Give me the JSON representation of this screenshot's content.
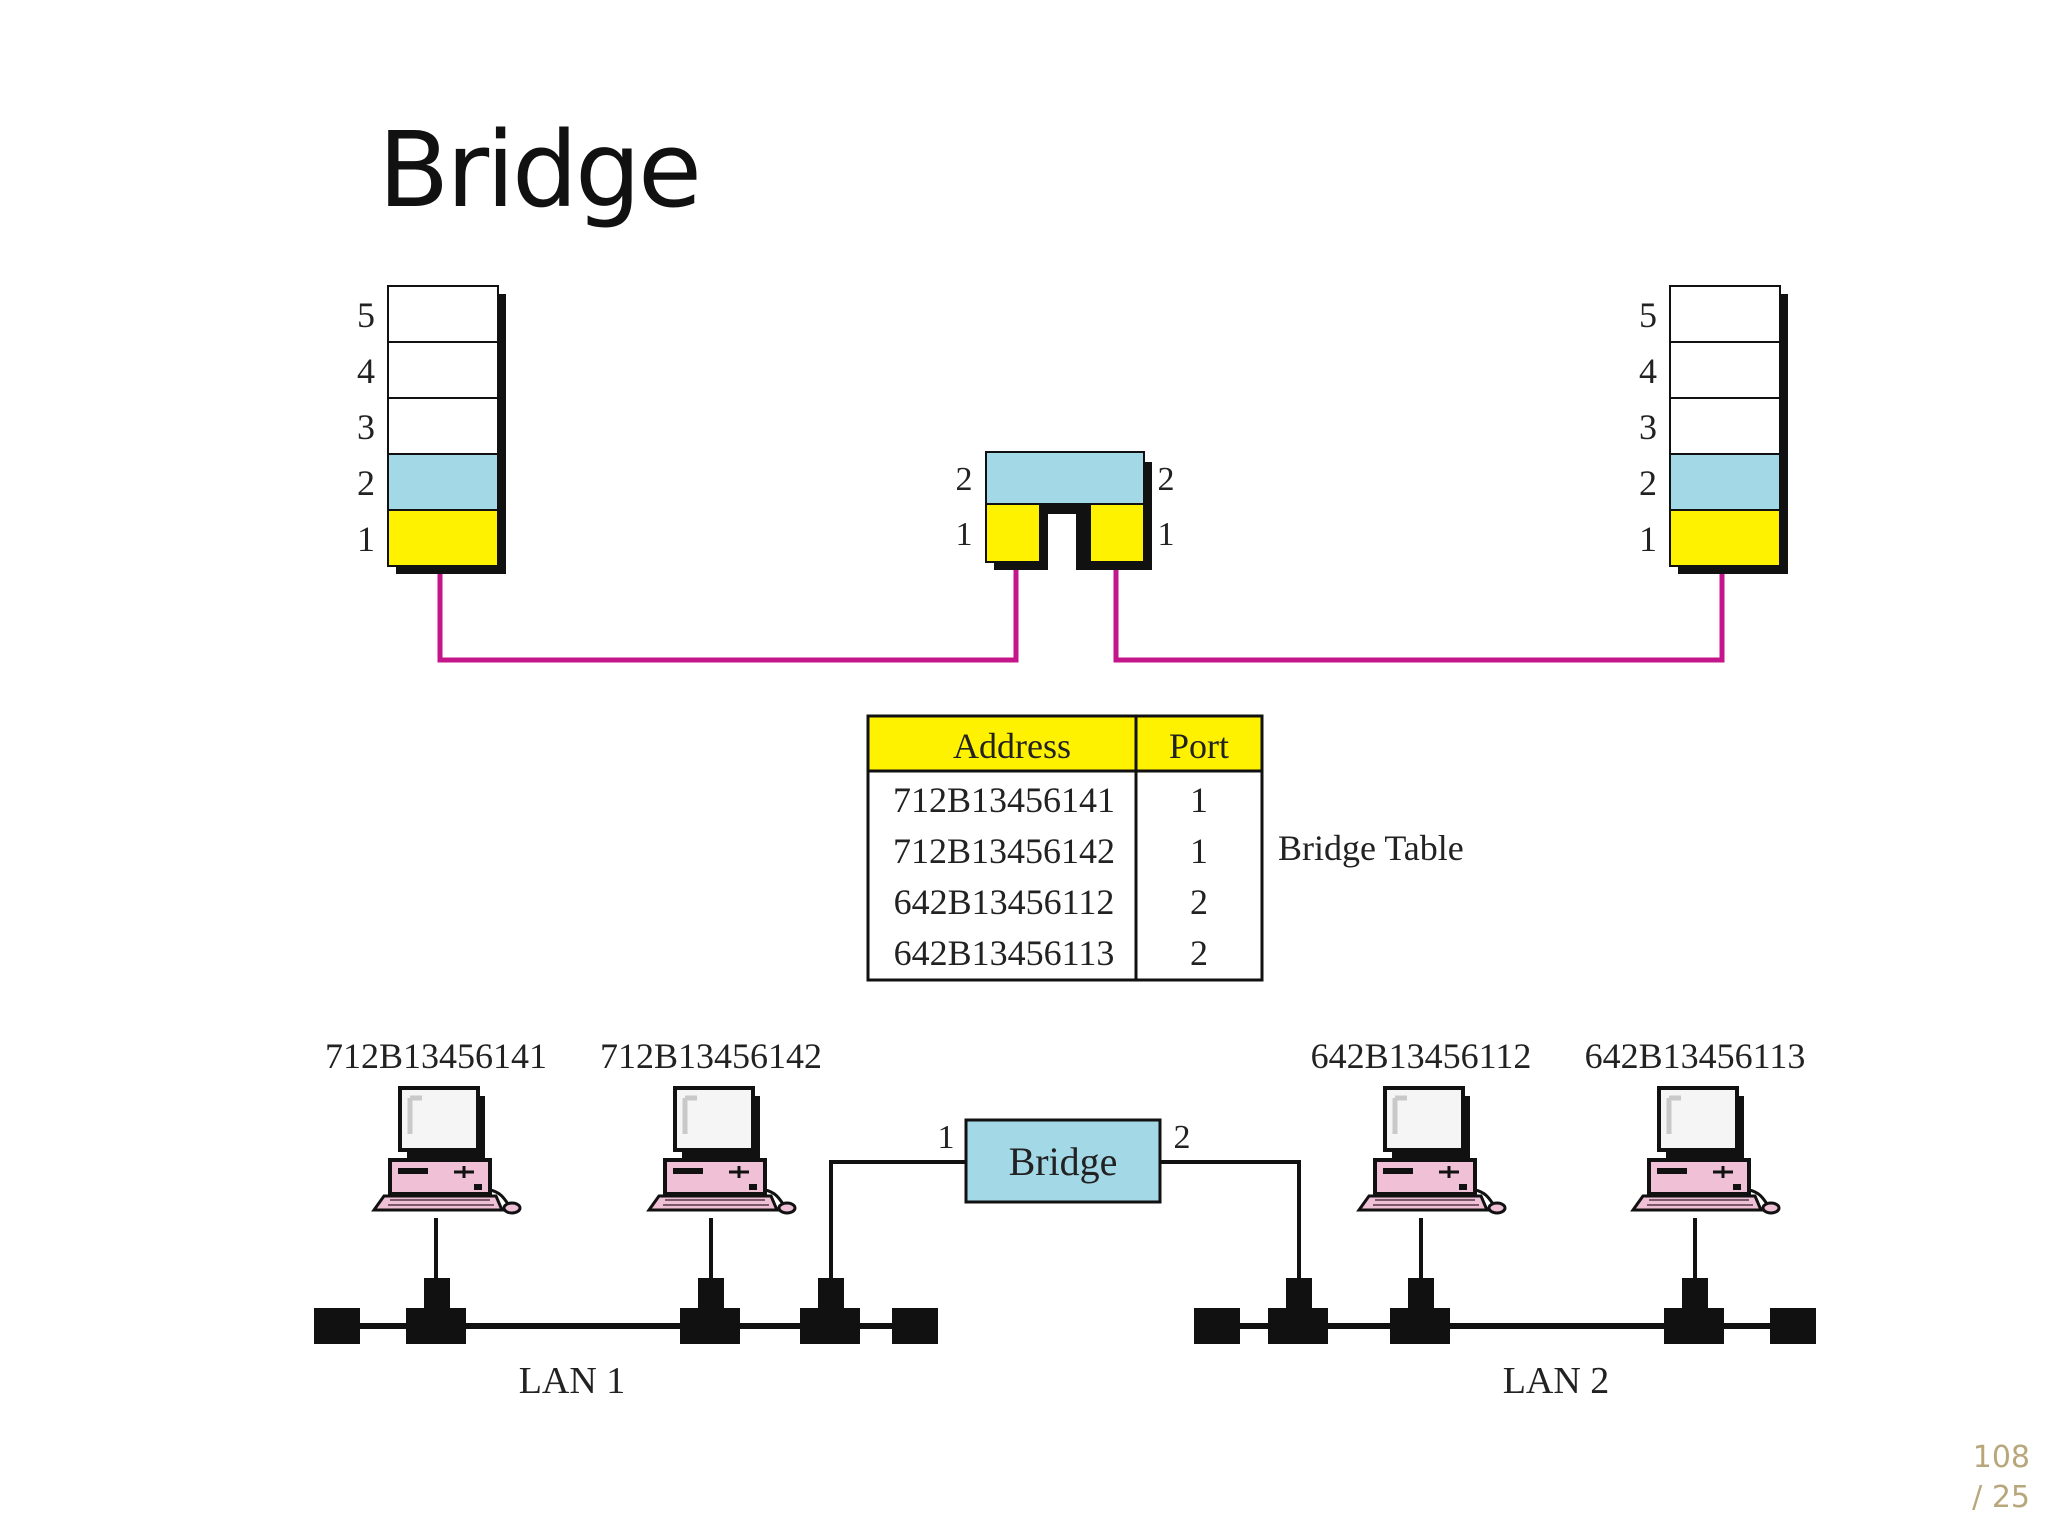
{
  "title": "Bridge",
  "page": {
    "current": "108",
    "total": "/ 25"
  },
  "colors": {
    "layer_data_link": "#a3d8e6",
    "layer_physical": "#fff200",
    "frame_path": "#c4168a",
    "table_header": "#fff200",
    "bridge_box": "#a3d8e6",
    "computer": "#f0c0d6"
  },
  "stacks": {
    "layers": [
      "5",
      "4",
      "3",
      "2",
      "1"
    ],
    "bridge_ports": {
      "left_top": "2",
      "left_bottom": "1",
      "right_top": "2",
      "right_bottom": "1"
    }
  },
  "bridge_table": {
    "caption": "Bridge Table",
    "headers": [
      "Address",
      "Port"
    ],
    "rows": [
      [
        "712B13456141",
        "1"
      ],
      [
        "712B13456142",
        "1"
      ],
      [
        "642B13456112",
        "2"
      ],
      [
        "642B13456113",
        "2"
      ]
    ]
  },
  "network": {
    "bridge_label": "Bridge",
    "port_left": "1",
    "port_right": "2",
    "lan1_label": "LAN 1",
    "lan2_label": "LAN 2",
    "stations": [
      "712B13456141",
      "712B13456142",
      "642B13456112",
      "642B13456113"
    ]
  }
}
